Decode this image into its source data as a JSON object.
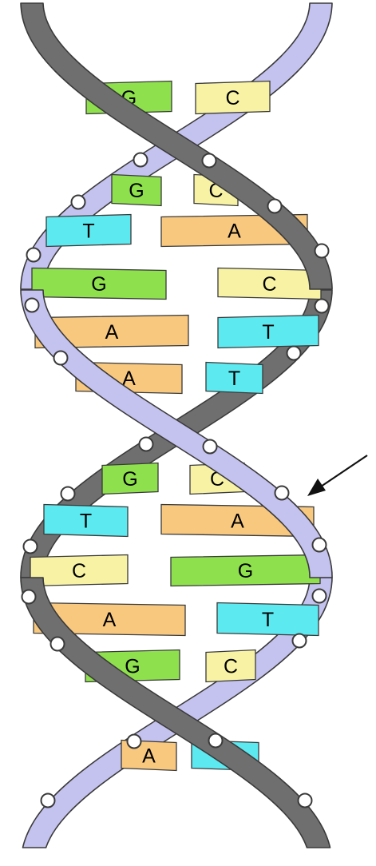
{
  "colors": {
    "dark_strand": "#6f6f6f",
    "light_strand": "#c4c2ee",
    "G": "#8ee04d",
    "C": "#f8f3a4",
    "T": "#5ce9f0",
    "A": "#f8c87f"
  },
  "base_pairs": [
    {
      "left": "G",
      "right": "C"
    },
    {
      "left": "G",
      "right": "C"
    },
    {
      "left": "T",
      "right": "A"
    },
    {
      "left": "G",
      "right": "C"
    },
    {
      "left": "A",
      "right": "T"
    },
    {
      "left": "A",
      "right": "T"
    },
    {
      "left": "G",
      "right": "C"
    },
    {
      "left": "T",
      "right": "A"
    },
    {
      "left": "C",
      "right": "G"
    },
    {
      "left": "A",
      "right": "T"
    },
    {
      "left": "G",
      "right": "C"
    },
    {
      "left": "A",
      "right": "T"
    }
  ]
}
